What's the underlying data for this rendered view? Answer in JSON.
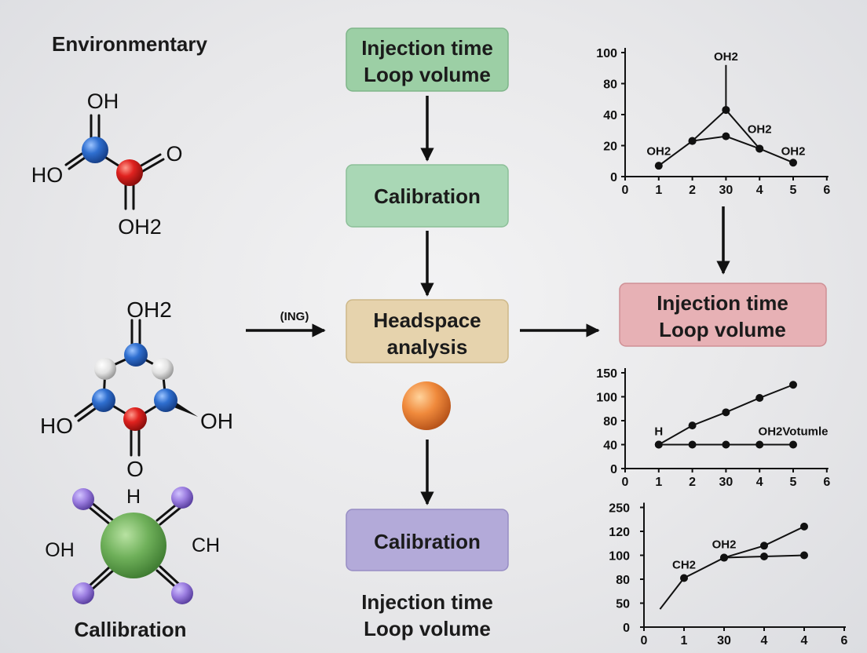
{
  "left_panel": {
    "heading": "Environmentary",
    "caption": "Callibration",
    "mol1": {
      "top": "OH",
      "left": "HO",
      "right": "O",
      "bottom": "OH2"
    },
    "mol2": {
      "top": "OH2",
      "left": "HO",
      "right": "OH",
      "bottom": "O"
    },
    "mol3": {
      "top": "H",
      "left": "OH",
      "right": "CH"
    }
  },
  "flow": {
    "box1": {
      "line1": "Injection time",
      "line2": "Loop volume"
    },
    "box2": {
      "label": "Calibration"
    },
    "box3": {
      "line1": "Headspace",
      "line2": "analysis"
    },
    "box4": {
      "label": "Calibration"
    },
    "box5": {
      "line1": "Injection time",
      "line2": "Loop volume"
    },
    "input_label": "(ING)",
    "bottom_caption": {
      "line1": "Injection time",
      "line2": "Loop volume"
    }
  },
  "colors": {
    "box_green_dark": "#9ccfa5",
    "box_green_light": "#a9d7b5",
    "box_tan": "#e6d3ad",
    "box_purple": "#b3aad9",
    "box_pink": "#e7b1b5",
    "atom_blue": "#2f6fd0",
    "atom_red": "#e0221f",
    "atom_white": "#e5e5e5",
    "atom_violet": "#9b7de0",
    "atom_green": "#6fb05a",
    "sphere_orange": "#f08a3c"
  },
  "chart_data": [
    {
      "type": "line",
      "x_ticks": [
        "0",
        "1",
        "2",
        "30",
        "4",
        "5",
        "6"
      ],
      "y_ticks": [
        "0",
        "20",
        "40",
        "80",
        "100"
      ],
      "series": [
        {
          "points": [
            [
              1,
              0.35
            ],
            [
              2,
              1.15
            ],
            [
              3,
              2.15
            ],
            [
              4,
              0.9
            ],
            [
              5,
              0.45
            ]
          ]
        },
        {
          "points": [
            [
              2,
              1.15
            ],
            [
              3,
              1.3
            ],
            [
              4,
              0.9
            ]
          ]
        },
        {
          "points": [
            [
              3,
              2.15
            ],
            [
              3,
              3.6
            ]
          ]
        }
      ],
      "annotations": [
        {
          "text": "OH2",
          "at": [
            3,
            3.75
          ]
        },
        {
          "text": "OH2",
          "at": [
            1,
            0.7
          ]
        },
        {
          "text": "OH2",
          "at": [
            4,
            1.4
          ]
        },
        {
          "text": "OH2",
          "at": [
            5,
            0.7
          ]
        }
      ]
    },
    {
      "type": "line",
      "x_ticks": [
        "0",
        "1",
        "2",
        "30",
        "4",
        "5",
        "6"
      ],
      "y_ticks": [
        "0",
        "40",
        "80",
        "100",
        "150"
      ],
      "series": [
        {
          "points": [
            [
              1,
              1
            ],
            [
              2,
              1.8
            ],
            [
              3,
              2.35
            ],
            [
              4,
              2.95
            ],
            [
              5,
              3.5
            ]
          ]
        },
        {
          "points": [
            [
              1,
              1
            ],
            [
              2,
              1
            ],
            [
              3,
              1
            ],
            [
              4,
              1
            ],
            [
              5,
              1
            ]
          ]
        }
      ],
      "annotations": [
        {
          "text": "H",
          "at": [
            1,
            1.4
          ]
        },
        {
          "text": "OH2Votumle",
          "at": [
            5,
            1.4
          ]
        }
      ]
    },
    {
      "type": "line",
      "x_ticks": [
        "0",
        "1",
        "30",
        "4",
        "4",
        "6"
      ],
      "y_ticks": [
        "0",
        "50",
        "80",
        "100",
        "120",
        "250"
      ],
      "series": [
        {
          "points": [
            [
              0.4,
              0.75
            ],
            [
              1,
              2.05
            ],
            [
              2,
              2.9
            ],
            [
              3,
              3.4
            ],
            [
              4,
              4.2
            ]
          ]
        },
        {
          "points": [
            [
              2,
              2.9
            ],
            [
              3,
              2.95
            ],
            [
              4,
              3.0
            ]
          ]
        }
      ],
      "annotations": [
        {
          "text": "CH2",
          "at": [
            1,
            2.45
          ]
        },
        {
          "text": "OH2",
          "at": [
            2,
            3.3
          ]
        }
      ]
    }
  ]
}
